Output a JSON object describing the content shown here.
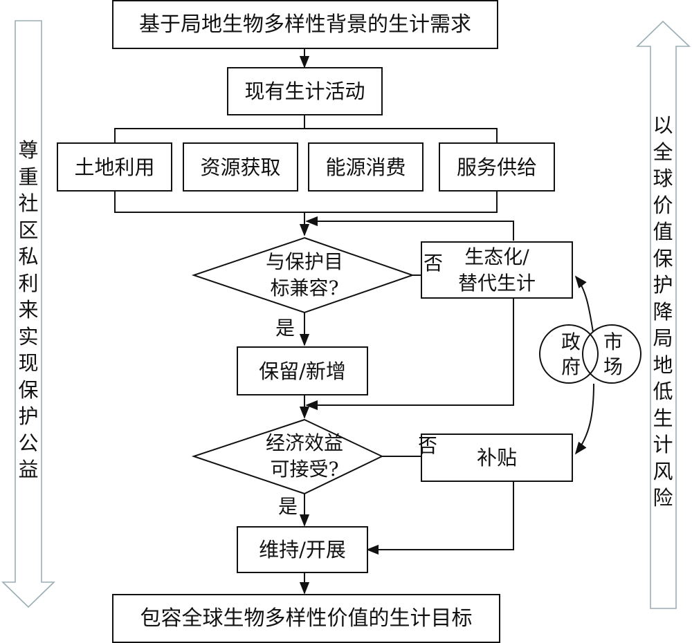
{
  "side_arrows": {
    "left": {
      "direction": "down",
      "text": "尊重社区私利来实现保护公益"
    },
    "right": {
      "direction": "up",
      "text": "以全球价值保护降局地低生计风险"
    }
  },
  "nodes": {
    "start": "基于局地生物多样性背景的生计需求",
    "current": "现有生计活动",
    "categories": [
      "土地利用",
      "资源获取",
      "能源消费",
      "服务供给"
    ],
    "decision1": "与保护目标兼容?",
    "decision1_lines": [
      "与保护目",
      "标兼容?"
    ],
    "eco_alt": [
      "生态化/",
      "替代生计"
    ],
    "keep_add": "保留/新增",
    "decision2_lines": [
      "经济效益",
      "可接受?"
    ],
    "subsidy": "补贴",
    "maintain": "维持/开展",
    "goal": "包容全球生物多样性价值的生计目标"
  },
  "edge_labels": {
    "no1": "否",
    "yes1": "是",
    "no2": "否",
    "yes2": "是"
  },
  "actors": {
    "government": "政府",
    "market": "市场"
  },
  "colors": {
    "line": "#111111",
    "side_arrow_stroke": "#9aadb3"
  }
}
